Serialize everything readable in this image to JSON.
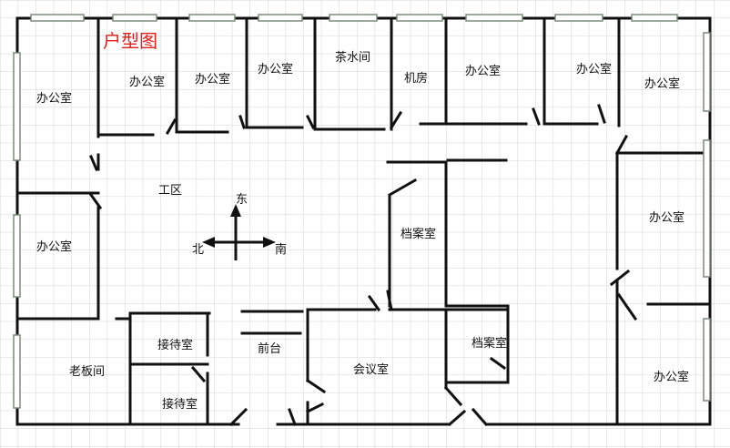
{
  "title": "户型图",
  "title_color": "#e0201c",
  "wall_color": "#111111",
  "window_color": "#7a8c7a",
  "grid_color": "#d2d2d2",
  "rooms": {
    "office_top_left": "办公室",
    "office_2": "办公室",
    "office_3": "办公室",
    "office_4": "办公室",
    "tea_room": "茶水间",
    "machine_room": "机房",
    "office_6": "办公室",
    "office_7": "办公室",
    "office_top_right": "办公室",
    "work_area": "工区",
    "office_mid_left": "办公室",
    "archive_1": "档案室",
    "office_mid_right": "办公室",
    "reception_1": "接待室",
    "front_desk": "前台",
    "meeting_room": "会议室",
    "archive_2": "档案室",
    "boss_office": "老板间",
    "reception_2": "接待室",
    "office_bottom_right": "办公室"
  },
  "compass": {
    "east": "东",
    "north": "北",
    "south": "南"
  }
}
